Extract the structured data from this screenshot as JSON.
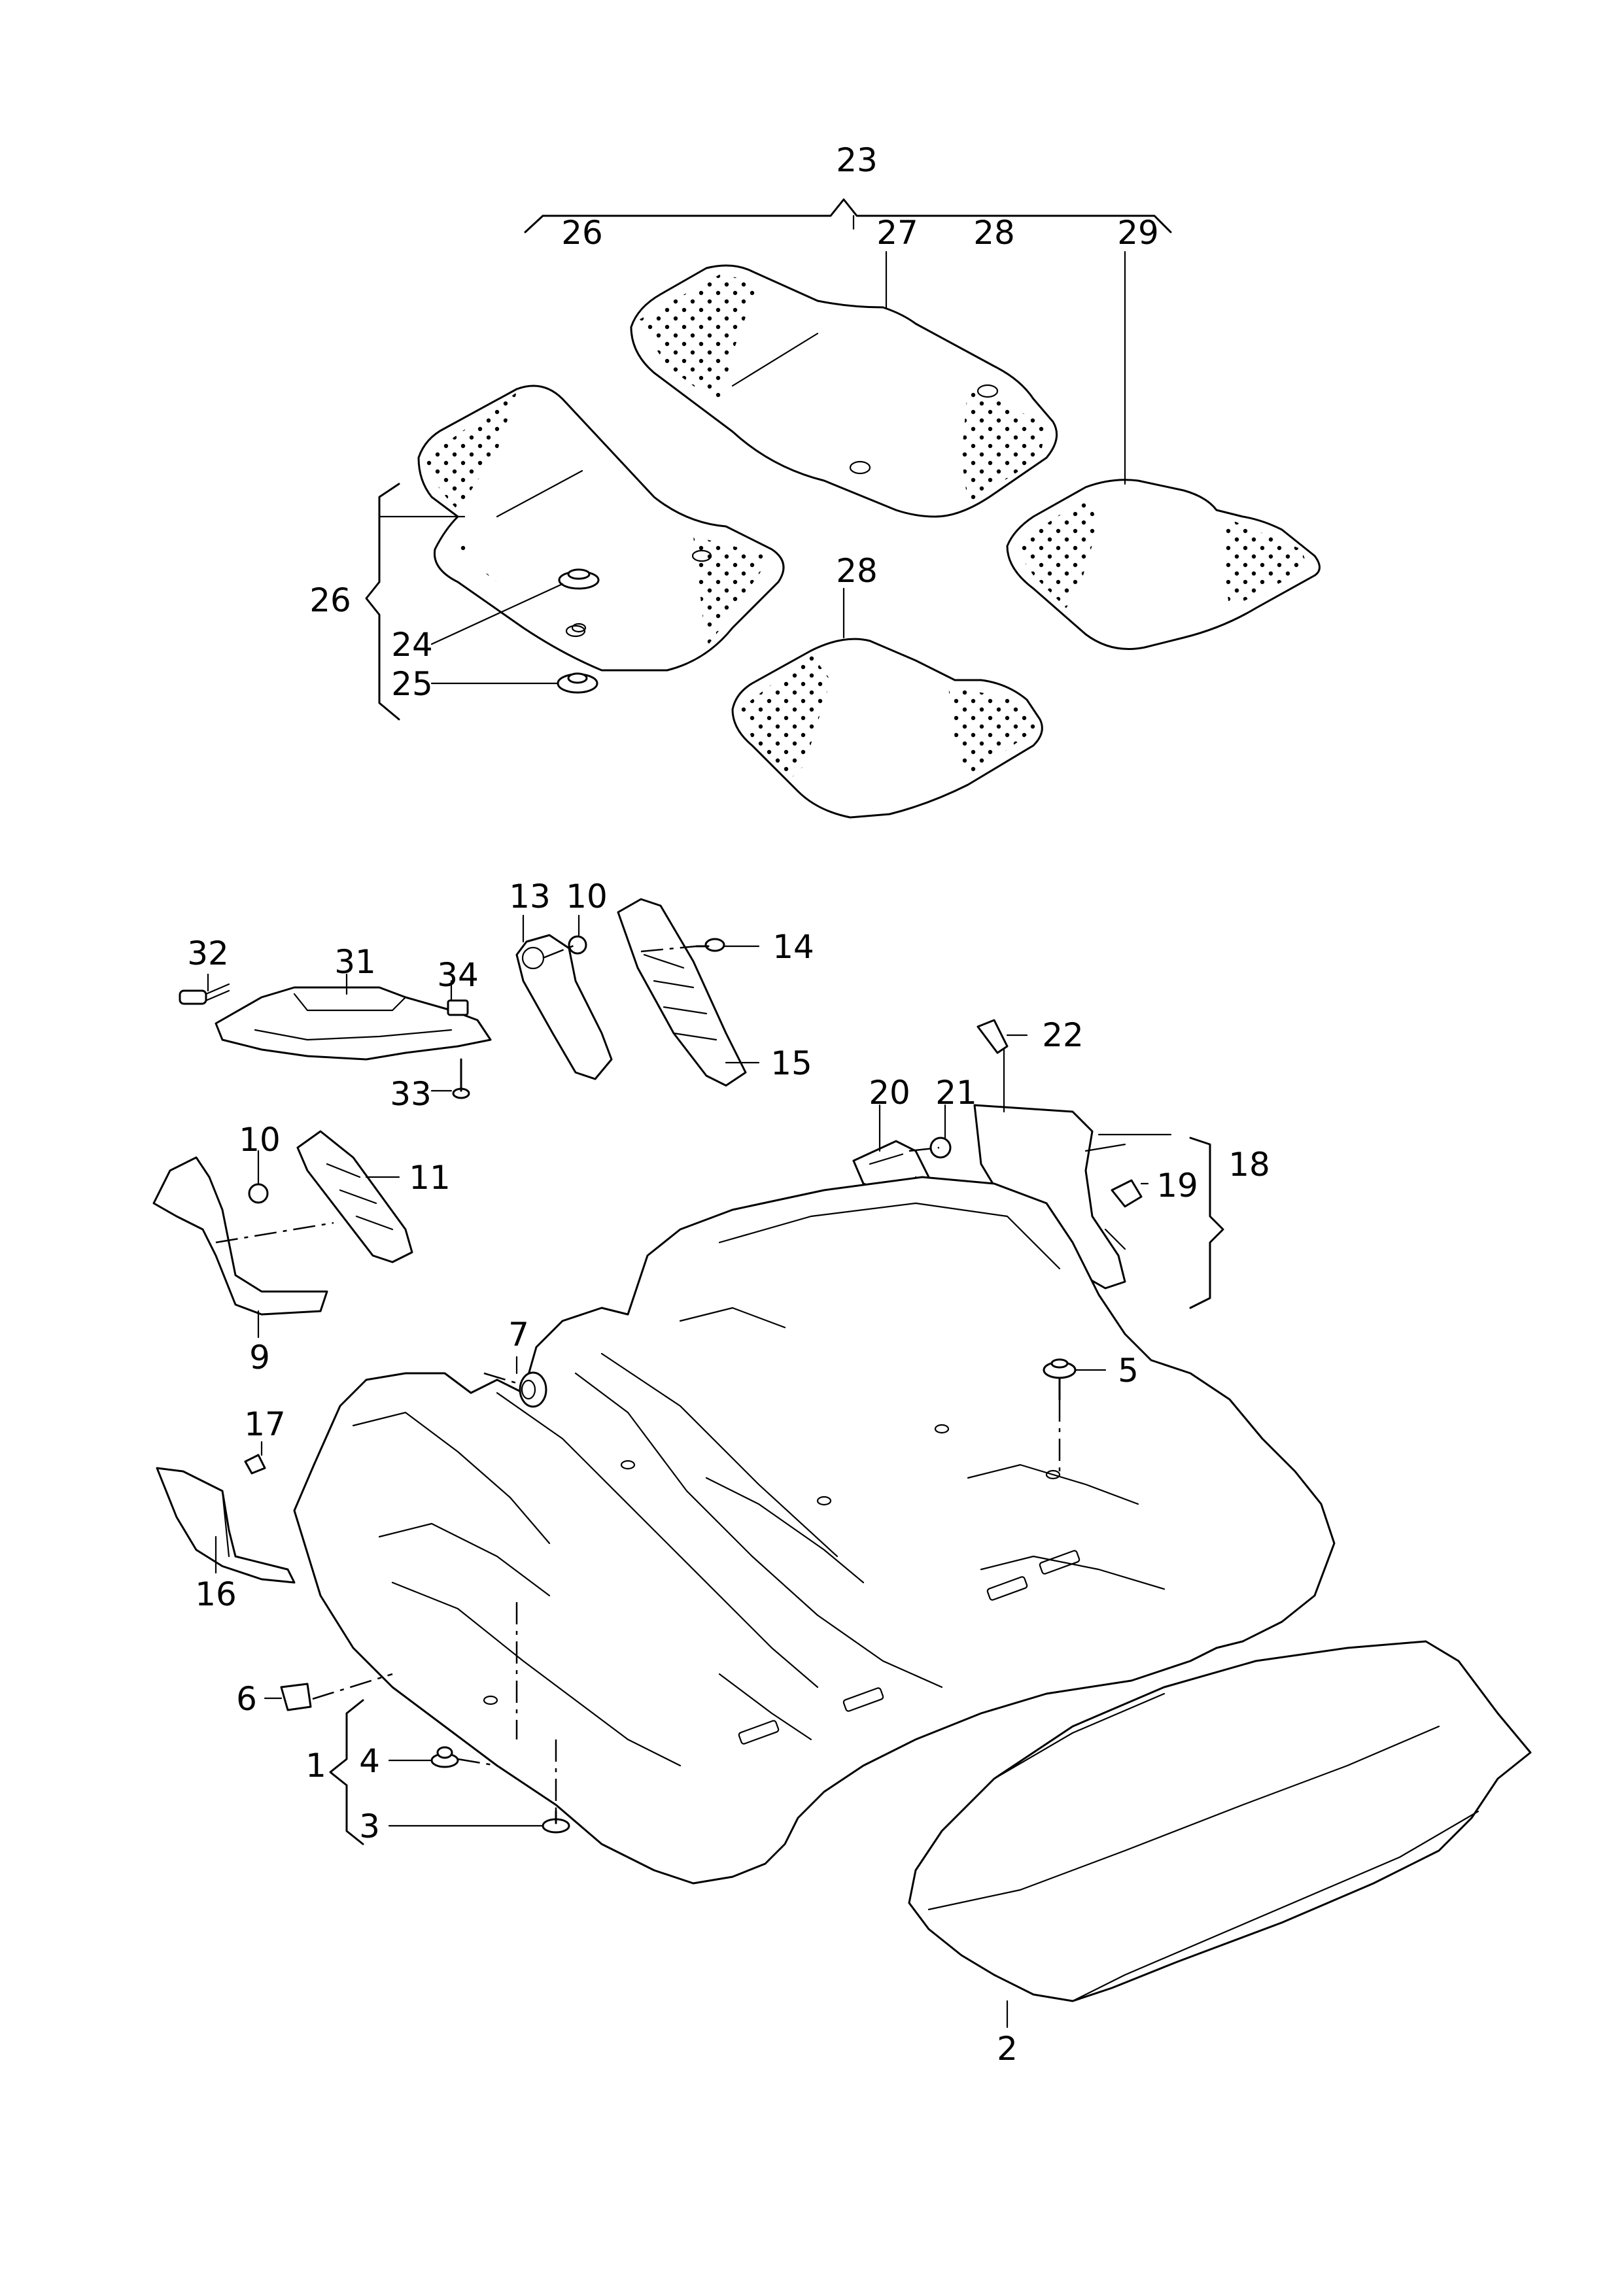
{
  "callouts": [
    {
      "label": "1"
    },
    {
      "label": "2"
    },
    {
      "label": "3"
    },
    {
      "label": "4"
    },
    {
      "label": "5"
    },
    {
      "label": "6"
    },
    {
      "label": "7"
    },
    {
      "label": "9"
    },
    {
      "label": "10"
    },
    {
      "label": "10"
    },
    {
      "label": "11"
    },
    {
      "label": "13"
    },
    {
      "label": "14"
    },
    {
      "label": "15"
    },
    {
      "label": "16"
    },
    {
      "label": "17"
    },
    {
      "label": "18"
    },
    {
      "label": "19"
    },
    {
      "label": "20"
    },
    {
      "label": "21"
    },
    {
      "label": "22"
    },
    {
      "label": "23"
    },
    {
      "label": "24"
    },
    {
      "label": "25"
    },
    {
      "label": "26"
    },
    {
      "label": "26"
    },
    {
      "label": "27"
    },
    {
      "label": "28"
    },
    {
      "label": "28"
    },
    {
      "label": "29"
    },
    {
      "label": "31"
    },
    {
      "label": "32"
    },
    {
      "label": "33"
    },
    {
      "label": "34"
    }
  ]
}
